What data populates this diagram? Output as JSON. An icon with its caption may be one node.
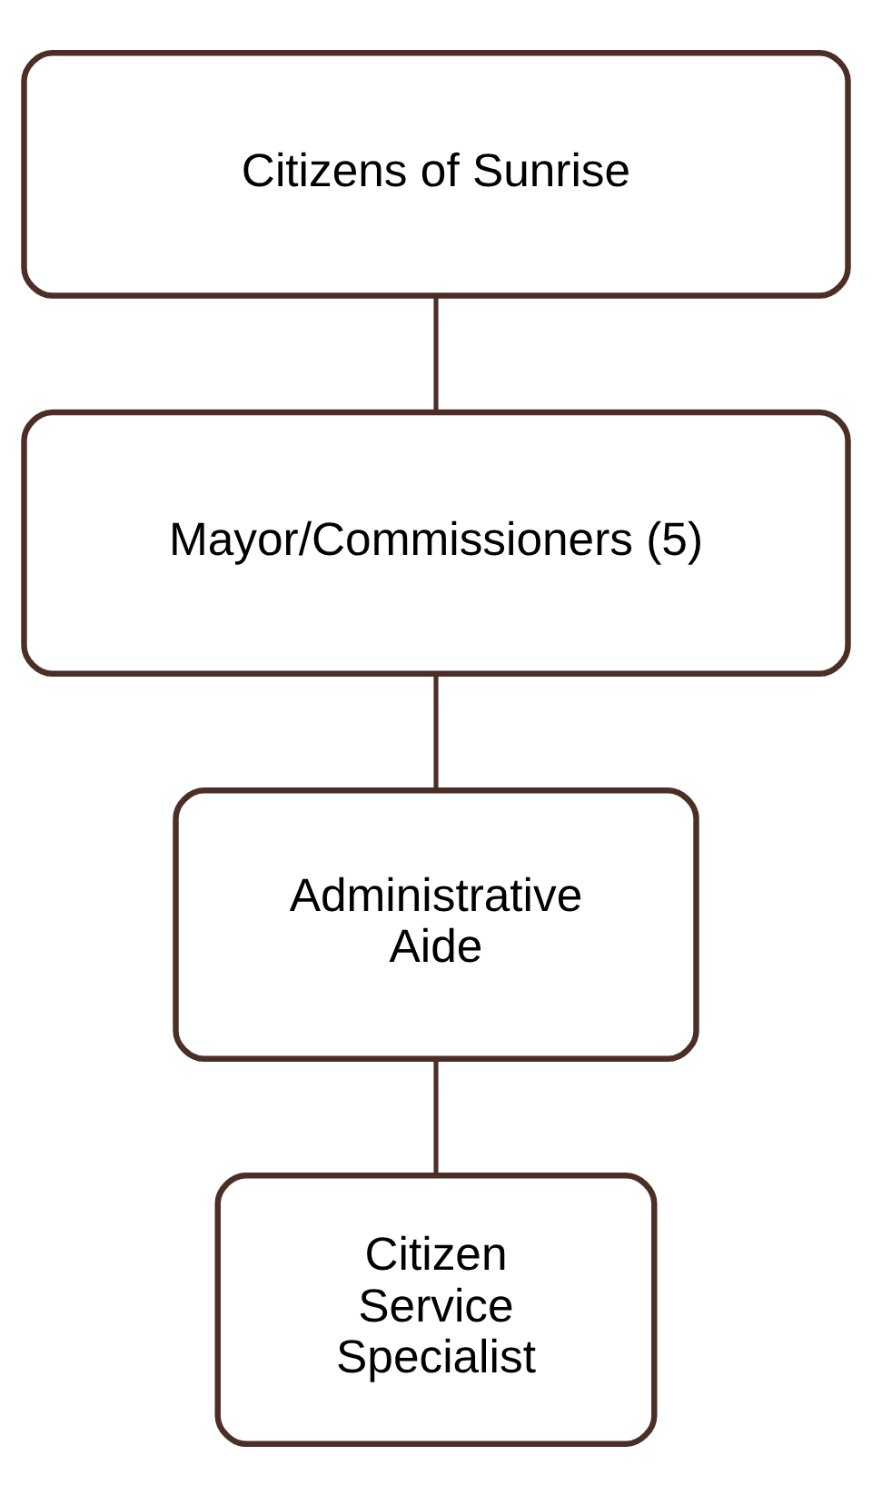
{
  "diagram": {
    "nodes": [
      {
        "text": [
          "Citizens of Sunrise"
        ]
      },
      {
        "text": [
          "Mayor/Commissioners (5)"
        ]
      },
      {
        "text": [
          "Administrative Aide"
        ]
      },
      {
        "text": [
          "Citizen Service Specialist"
        ]
      }
    ],
    "edges": [
      {
        "from": 0,
        "to": 1,
        "arrow": "none"
      },
      {
        "from": 1,
        "to": 2,
        "arrow": "none"
      },
      {
        "from": 2,
        "to": 3,
        "arrow": "none"
      }
    ]
  }
}
